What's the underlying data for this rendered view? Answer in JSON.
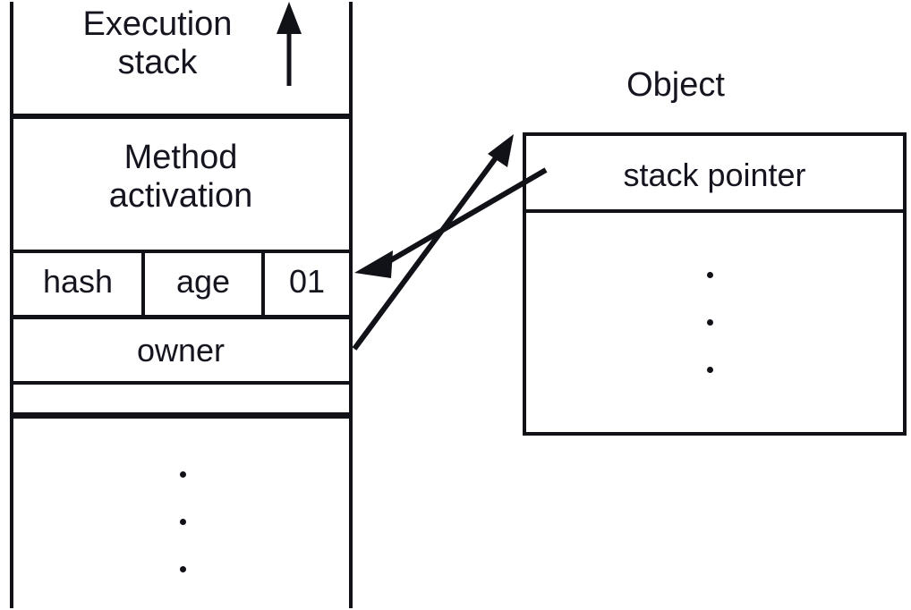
{
  "diagram": {
    "title": "Execution stack and Object reference diagram",
    "background_color": "#ffffff",
    "line_color": "#111118",
    "text_color": "#15151f"
  },
  "stack": {
    "caption": "Execution\nstack",
    "growth_arrow": {
      "icon": "up-arrow-icon",
      "direction": "up",
      "meaning": "stack grows upward"
    },
    "frames": [
      {
        "name": "method-activation-frame",
        "label": "Method\nactivation",
        "slots_row": {
          "name": "slot-row",
          "cells": [
            {
              "name": "hash-cell",
              "label": "hash"
            },
            {
              "name": "age-cell",
              "label": "age"
            },
            {
              "name": "flag-cell",
              "label": "01"
            }
          ]
        },
        "owner_row": {
          "name": "owner-row",
          "label": "owner"
        },
        "empty_row": {
          "name": "empty-row",
          "label": ""
        }
      }
    ],
    "lower_region": {
      "name": "stack-remainder",
      "ellipsis": "vertical-ellipsis",
      "dots": 3
    }
  },
  "object": {
    "caption": "Object",
    "rows": [
      {
        "name": "stack-pointer-row",
        "label": "stack pointer"
      },
      {
        "name": "object-body-row",
        "label": "",
        "ellipsis": "vertical-ellipsis",
        "dots": 3
      }
    ]
  },
  "connections": [
    {
      "name": "owner-to-object-arrow",
      "from": "owner-row",
      "to": "object-box-top-left",
      "arrowhead": "end",
      "direction": "up-right"
    },
    {
      "name": "stack-pointer-to-flag-arrow",
      "from": "stack-pointer-row",
      "to": "flag-cell",
      "arrowhead": "end",
      "direction": "down-left"
    }
  ]
}
